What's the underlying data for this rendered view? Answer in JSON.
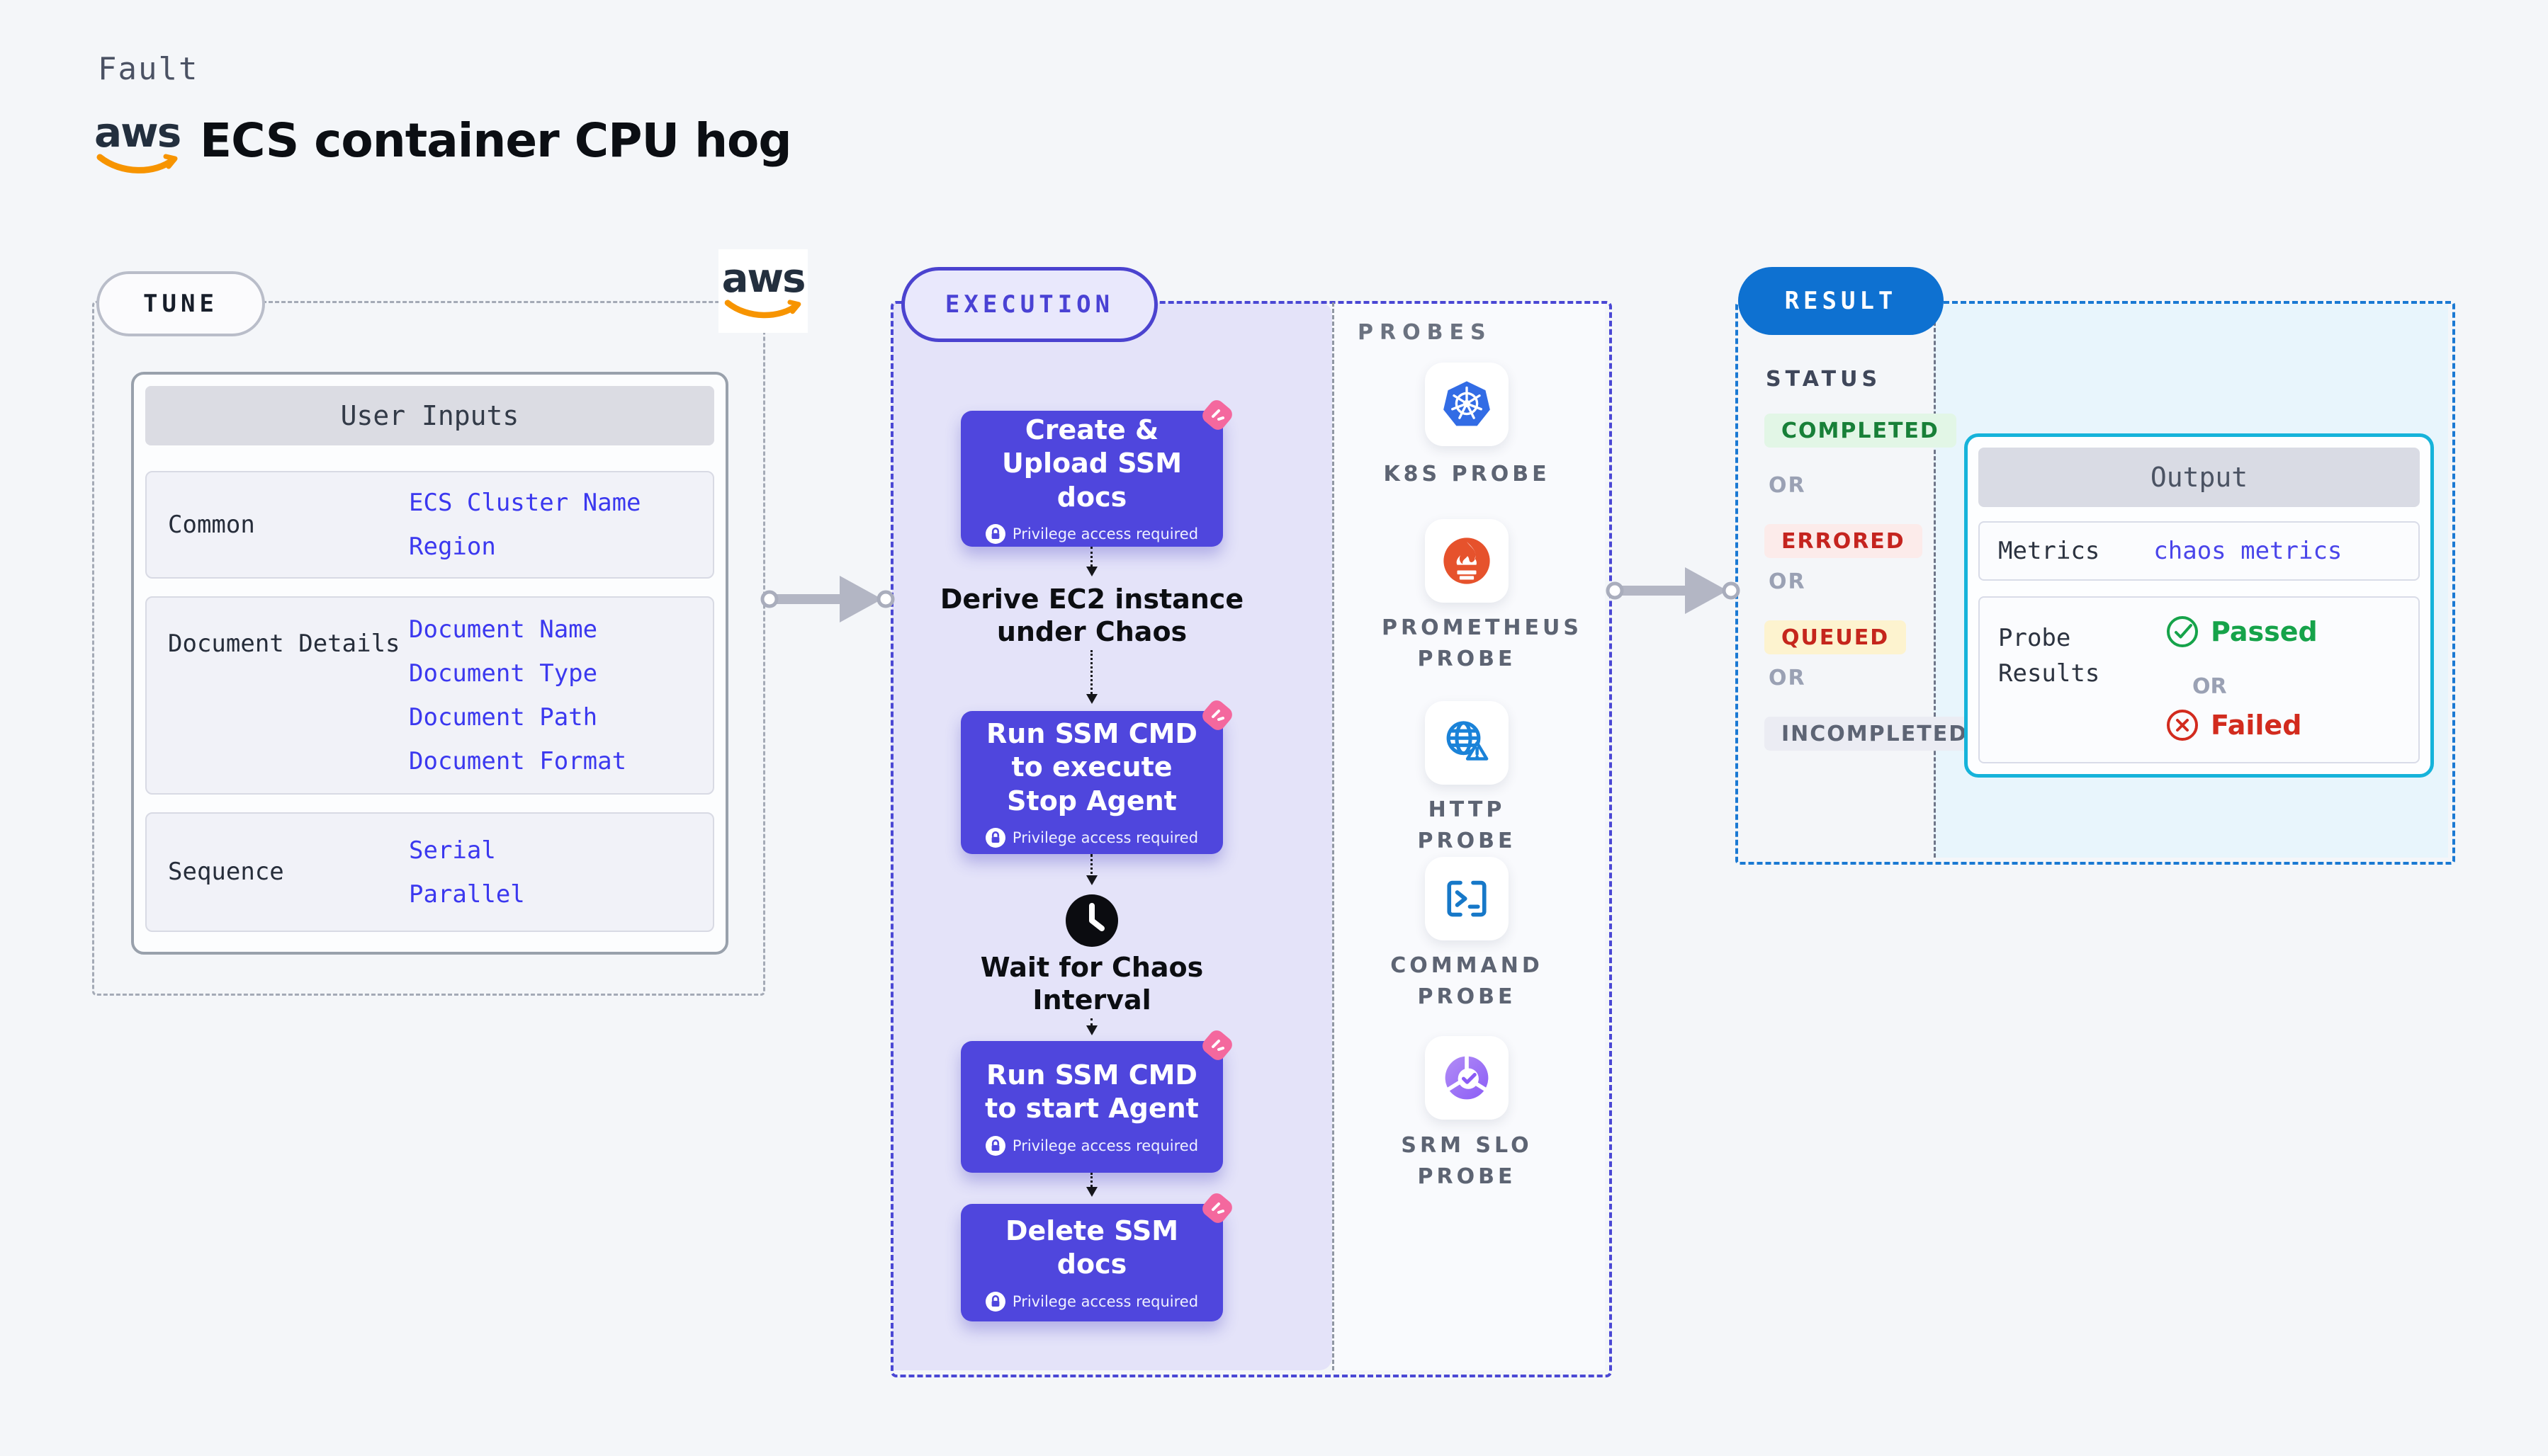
{
  "colors": {
    "accent_indigo": "#4f46dd",
    "execution_border": "#4a47d4",
    "result_blue": "#0e71d1",
    "output_teal": "#16b3da",
    "purple_fill": "#e4e3f9",
    "light_cyan_fill": "#e8f5fc",
    "link_blue": "#3b38ef",
    "green": "#16a34a",
    "red": "#d22b1e",
    "aws_orange": "#f79400",
    "chaos_pink": "#f4689e"
  },
  "header": {
    "kicker": "Fault",
    "title": "ECS container CPU hog",
    "aws": "aws"
  },
  "tune": {
    "label": "TUNE",
    "aws": "aws",
    "user_inputs": {
      "title": "User Inputs",
      "rows": [
        {
          "label": "Common",
          "values": [
            "ECS Cluster Name",
            "Region"
          ]
        },
        {
          "label": "Document Details",
          "values": [
            "Document Name",
            "Document Type",
            "Document Path",
            "Document Format"
          ]
        },
        {
          "label": "Sequence",
          "values": [
            "Serial",
            "Parallel"
          ]
        }
      ]
    }
  },
  "execution": {
    "label": "EXECUTION",
    "privilege_badge": "Privilege access required",
    "steps": [
      {
        "type": "action",
        "title": "Create & Upload SSM docs"
      },
      {
        "type": "text",
        "title": "Derive EC2 instance under Chaos"
      },
      {
        "type": "action",
        "title": "Run SSM CMD to execute Stop Agent"
      },
      {
        "type": "wait",
        "title": "Wait for Chaos Interval"
      },
      {
        "type": "action",
        "title": "Run SSM CMD to start Agent"
      },
      {
        "type": "action",
        "title": "Delete SSM docs"
      }
    ],
    "probes": {
      "label": "PROBES",
      "items": [
        {
          "name": "K8S PROBE",
          "icon": "kubernetes-icon"
        },
        {
          "name": "PROMETHEUS PROBE",
          "icon": "prometheus-icon"
        },
        {
          "name": "HTTP PROBE",
          "icon": "http-globe-icon"
        },
        {
          "name": "COMMAND PROBE",
          "icon": "terminal-icon"
        },
        {
          "name": "SRM SLO PROBE",
          "icon": "slo-gauge-icon"
        }
      ]
    }
  },
  "result": {
    "label": "RESULT",
    "status": {
      "label": "STATUS",
      "separator": "OR",
      "badges": [
        "COMPLETED",
        "ERRORED",
        "QUEUED",
        "INCOMPLETED"
      ]
    },
    "output": {
      "title": "Output",
      "metrics_label": "Metrics",
      "metrics_value": "chaos metrics",
      "probe_results_label": "Probe Results",
      "passed": "Passed",
      "or": "OR",
      "failed": "Failed"
    }
  }
}
